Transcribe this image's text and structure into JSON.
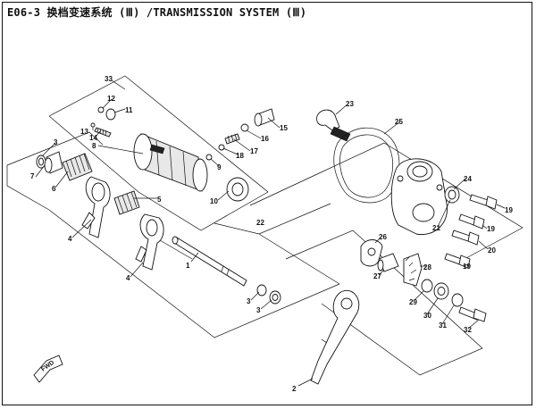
{
  "header": {
    "title": "E06-3 换档变速系统 (Ⅲ) /TRANSMISSION SYSTEM (Ⅲ)"
  },
  "diagram": {
    "fwd_label": "FWD",
    "callouts": [
      {
        "id": "33",
        "label": "33"
      },
      {
        "id": "12",
        "label": "12"
      },
      {
        "id": "11",
        "label": "11"
      },
      {
        "id": "13",
        "label": "13"
      },
      {
        "id": "14",
        "label": "14"
      },
      {
        "id": "3a",
        "label": "3"
      },
      {
        "id": "7",
        "label": "7"
      },
      {
        "id": "6",
        "label": "6"
      },
      {
        "id": "8",
        "label": "8"
      },
      {
        "id": "5",
        "label": "5"
      },
      {
        "id": "4a",
        "label": "4"
      },
      {
        "id": "4b",
        "label": "4"
      },
      {
        "id": "17",
        "label": "17"
      },
      {
        "id": "16",
        "label": "16"
      },
      {
        "id": "15",
        "label": "15"
      },
      {
        "id": "9",
        "label": "9"
      },
      {
        "id": "18",
        "label": "18"
      },
      {
        "id": "10",
        "label": "10"
      },
      {
        "id": "22",
        "label": "22"
      },
      {
        "id": "1",
        "label": "1"
      },
      {
        "id": "3b",
        "label": "3"
      },
      {
        "id": "3c",
        "label": "3"
      },
      {
        "id": "2",
        "label": "2"
      },
      {
        "id": "23",
        "label": "23"
      },
      {
        "id": "25",
        "label": "25"
      },
      {
        "id": "24",
        "label": "24"
      },
      {
        "id": "19a",
        "label": "19"
      },
      {
        "id": "21",
        "label": "21"
      },
      {
        "id": "19b",
        "label": "19"
      },
      {
        "id": "20",
        "label": "20"
      },
      {
        "id": "26",
        "label": "26"
      },
      {
        "id": "19c",
        "label": "19"
      },
      {
        "id": "27",
        "label": "27"
      },
      {
        "id": "28",
        "label": "28"
      },
      {
        "id": "29",
        "label": "29"
      },
      {
        "id": "30",
        "label": "30"
      },
      {
        "id": "31",
        "label": "31"
      },
      {
        "id": "32",
        "label": "32"
      }
    ]
  }
}
